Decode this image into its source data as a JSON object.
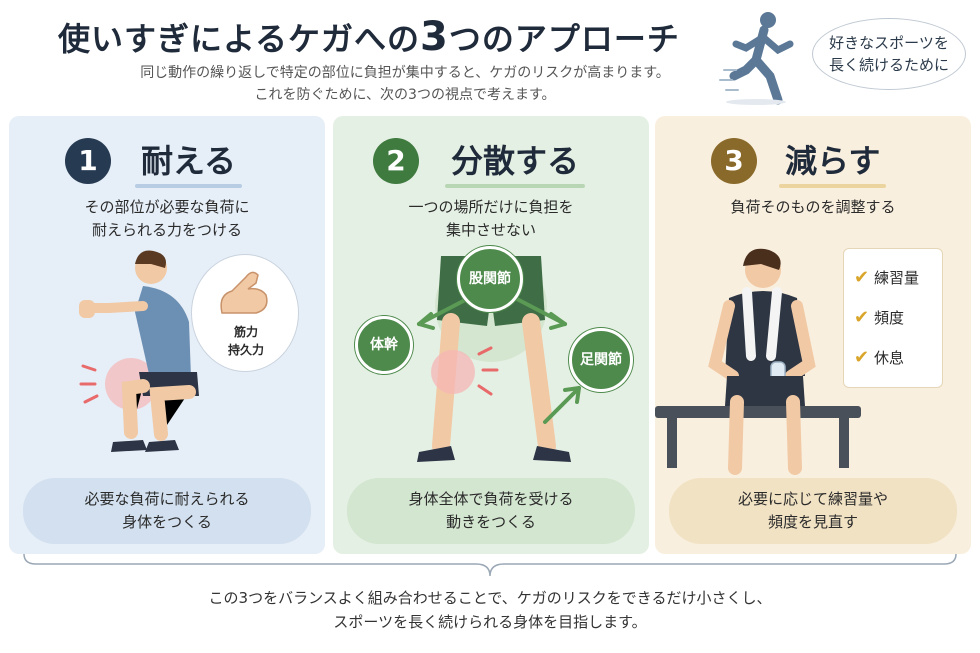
{
  "header": {
    "title_part1": "使いすぎによるケガへの",
    "title_number": "3",
    "title_part2": "つのアプローチ",
    "subtitle_line1": "同じ動作の繰り返しで特定の部位に負担が集中すると、ケガのリスクが高まります。",
    "subtitle_line2": "これを防ぐために、次の3つの視点で考えます。",
    "bubble_line1": "好きなスポーツを",
    "bubble_line2": "長く続けるために"
  },
  "cards": [
    {
      "number": "1",
      "title": "耐える",
      "desc_line1": "その部位が必要な負荷に",
      "desc_line2": "耐えられる力をつける",
      "label_line1": "筋力",
      "label_line2": "持久力",
      "bottom_line1": "必要な負荷に耐えられる",
      "bottom_line2": "身体をつくる"
    },
    {
      "number": "2",
      "title": "分散する",
      "desc_line1": "一つの場所だけに負担を",
      "desc_line2": "集中させない",
      "node_hip": "股関節",
      "node_trunk": "体幹",
      "node_ankle": "足関節",
      "bottom_line1": "身体全体で負荷を受ける",
      "bottom_line2": "動きをつくる"
    },
    {
      "number": "3",
      "title": "減らす",
      "desc_line1": "負荷そのものを調整する",
      "checklist": [
        "練習量",
        "頻度",
        "休息"
      ],
      "bottom_line1": "必要に応じて練習量や",
      "bottom_line2": "頻度を見直す"
    }
  ],
  "footer": {
    "line1": "この3つをバランスよく組み合わせることで、ケガのリスクをできるだけ小さくし、",
    "line2": "スポーツを長く続けられる身体を目指します。"
  },
  "colors": {
    "navy": "#263a52",
    "green": "#3f7a3f",
    "gold": "#8a6a2a",
    "check": "#d9a52a"
  }
}
